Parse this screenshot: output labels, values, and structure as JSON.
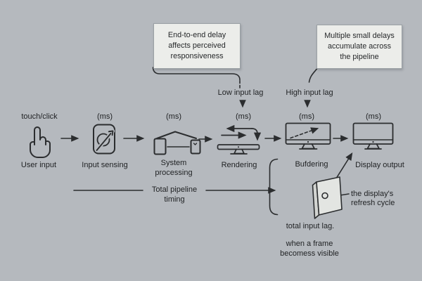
{
  "colors": {
    "background": "#b5b9be",
    "ink": "#2b2d2f",
    "callout_bg": "#ecedea",
    "callout_border": "#9aa0a4",
    "panel_fill": "#e3e5e2",
    "panel_side": "#d2d4d1"
  },
  "callout_left": {
    "lines": [
      "End-to-end delay",
      "affects perceived",
      "responsiveness"
    ]
  },
  "callout_right": {
    "lines": [
      "Multiple small delays",
      "accumulate across",
      "the pipeline"
    ]
  },
  "lag_labels": {
    "low": "Low input lag",
    "high": "High input lag"
  },
  "stages": [
    {
      "top": "touch/click",
      "label": "User input",
      "icon": "hand-touch-icon"
    },
    {
      "top": "(ms)",
      "label": "Input sensing",
      "icon": "sensor-icon"
    },
    {
      "top": "(ms)",
      "label": "System processing",
      "icon": "devices-icon"
    },
    {
      "top": "(ms)",
      "label": "Rendering",
      "icon": "render-cycle-icon"
    },
    {
      "top": "(ms)",
      "label": "Bufdering",
      "icon": "buffer-monitor-icon"
    },
    {
      "top": "(ms)",
      "label": "Display output",
      "icon": "display-monitor-icon"
    }
  ],
  "timing": {
    "line1": "Total pipeline",
    "line2": "timing"
  },
  "total_lag": {
    "caption": "total input lag."
  },
  "refresh_note": {
    "line1": "the display's",
    "line2": "refresh cycle"
  },
  "footnote": {
    "line1": "when a frame",
    "line2": "becomess visible"
  },
  "icons": [
    "hand-touch-icon",
    "sensor-icon",
    "devices-icon",
    "render-cycle-icon",
    "buffer-monitor-icon",
    "display-monitor-icon",
    "frame-panel-icon"
  ]
}
